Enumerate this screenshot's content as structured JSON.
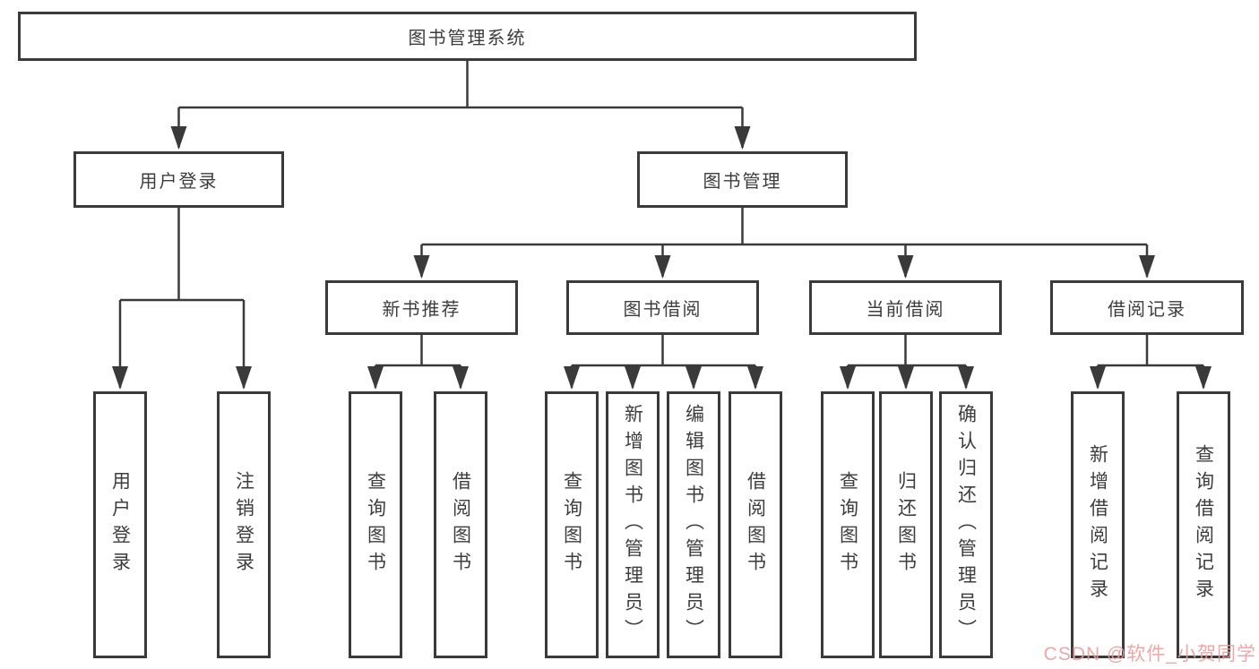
{
  "diagram_title": "图书管理系统",
  "colors": {
    "line": "#3a3a3a",
    "box_border": "#3a3a3a",
    "box_background": "#ffffff",
    "text": "#3d3d3d",
    "watermark": "#ED9D9D",
    "page_background": "#ffffff"
  },
  "watermark": {
    "text": "CSDN @软件_小贺同学"
  },
  "tree": {
    "label": "图书管理系统",
    "children": [
      {
        "label": "用户登录",
        "children": [
          {
            "label": "用户登录"
          },
          {
            "label": "注销登录"
          }
        ]
      },
      {
        "label": "图书管理",
        "children": [
          {
            "label": "新书推荐",
            "children": [
              {
                "label": "查询图书"
              },
              {
                "label": "借阅图书"
              }
            ]
          },
          {
            "label": "图书借阅",
            "children": [
              {
                "label": "查询图书"
              },
              {
                "label": "新增图书（管理员）"
              },
              {
                "label": "编辑图书（管理员）"
              },
              {
                "label": "借阅图书"
              }
            ]
          },
          {
            "label": "当前借阅",
            "children": [
              {
                "label": "查询图书"
              },
              {
                "label": "归还图书"
              },
              {
                "label": "确认归还（管理员）"
              }
            ]
          },
          {
            "label": "借阅记录",
            "children": [
              {
                "label": "新增借阅记录"
              },
              {
                "label": "查询借阅记录"
              }
            ]
          }
        ]
      }
    ]
  }
}
